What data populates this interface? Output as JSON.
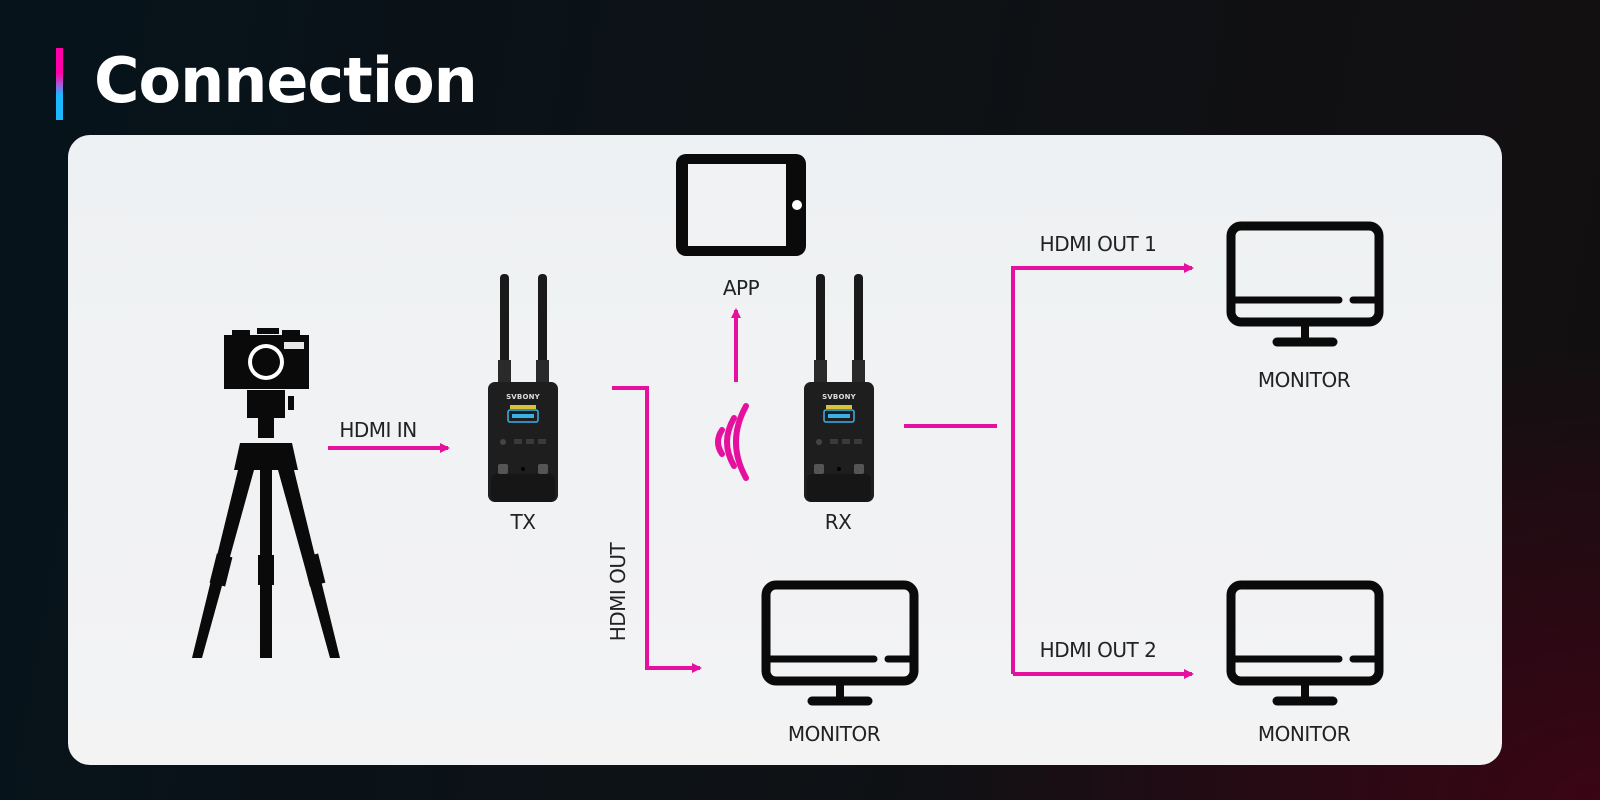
{
  "header": {
    "title": "Connection"
  },
  "colors": {
    "accent_magenta": "#e6109e",
    "accent_cyan": "#1cb8ff",
    "icon_black": "#0a0a0a",
    "label_text": "#222222",
    "card_bg": "#f1f2f3"
  },
  "nodes": {
    "camera": {
      "icon": "camera-on-tripod-icon"
    },
    "tx": {
      "label": "TX",
      "icon": "wireless-transmitter-icon",
      "brand": "SVBONY"
    },
    "rx": {
      "label": "RX",
      "icon": "wireless-receiver-icon",
      "brand": "SVBONY"
    },
    "app": {
      "label": "APP",
      "icon": "tablet-icon"
    },
    "monitor_local": {
      "label": "MONITOR",
      "icon": "monitor-icon"
    },
    "monitor_out1": {
      "label": "MONITOR",
      "icon": "monitor-icon"
    },
    "monitor_out2": {
      "label": "MONITOR",
      "icon": "monitor-icon"
    }
  },
  "connections": [
    {
      "from": "camera",
      "to": "tx",
      "label": "HDMI IN"
    },
    {
      "from": "tx",
      "to": "monitor_local",
      "label": "HDMI OUT"
    },
    {
      "from": "tx",
      "to": "rx",
      "label": "",
      "type": "wireless"
    },
    {
      "from": "rx",
      "to": "app",
      "label": ""
    },
    {
      "from": "rx",
      "to": "monitor_out1",
      "label": "HDMI OUT 1"
    },
    {
      "from": "rx",
      "to": "monitor_out2",
      "label": "HDMI OUT 2"
    }
  ]
}
